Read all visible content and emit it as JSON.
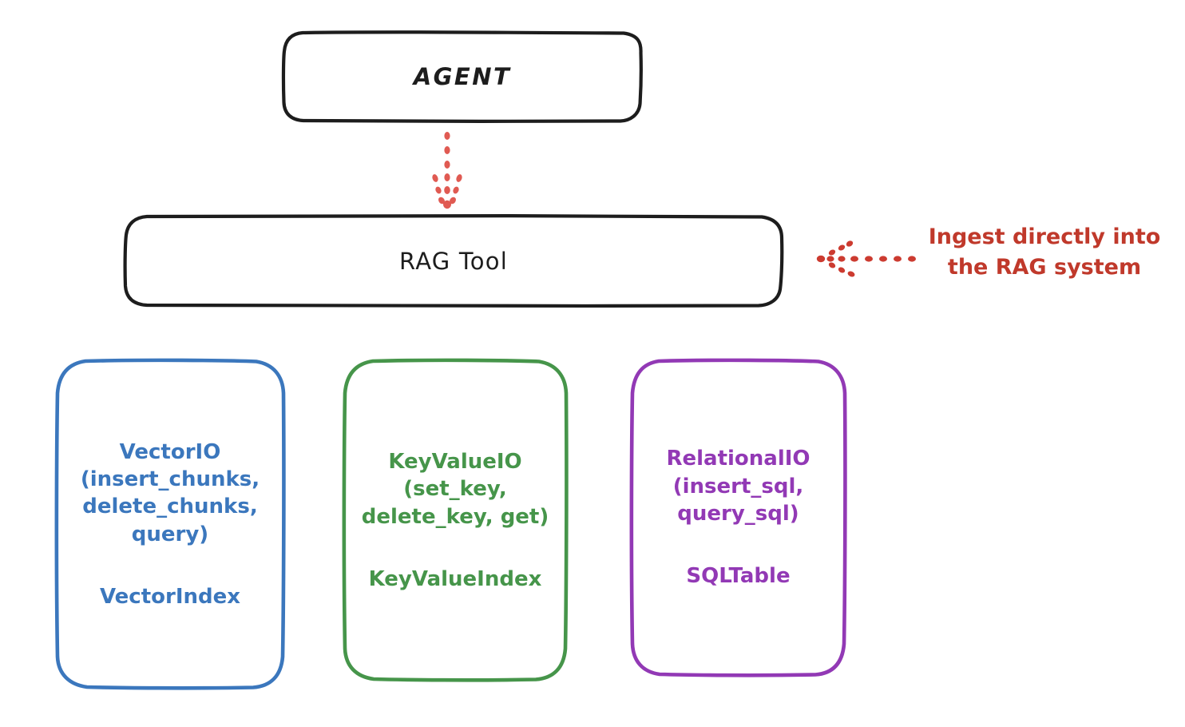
{
  "diagram": {
    "title_node": {
      "label": "AGENT"
    },
    "tool_node": {
      "label": "RAG Tool"
    },
    "annotation": {
      "line1": "Ingest directly into",
      "line2": "the RAG system",
      "color": "#c0392b",
      "arrow_icon": "dotted-left-arrow-icon"
    },
    "flow_arrow": {
      "icon": "dotted-down-arrow-icon",
      "color": "#e05a52",
      "from": "AGENT",
      "to": "RAG Tool"
    },
    "providers": [
      {
        "id": "vector",
        "color": "#3b77bd",
        "api_lines": [
          "VectorIO",
          "(insert_chunks,",
          "delete_chunks,",
          "query)"
        ],
        "index_label": "VectorIndex"
      },
      {
        "id": "keyvalue",
        "color": "#46954a",
        "api_lines": [
          "KeyValueIO",
          "(set_key,",
          "delete_key, get)"
        ],
        "index_label": "KeyValueIndex"
      },
      {
        "id": "relational",
        "color": "#9239b5",
        "api_lines": [
          "RelationalIO",
          "(insert_sql,",
          "query_sql)"
        ],
        "index_label": "SQLTable"
      }
    ]
  }
}
